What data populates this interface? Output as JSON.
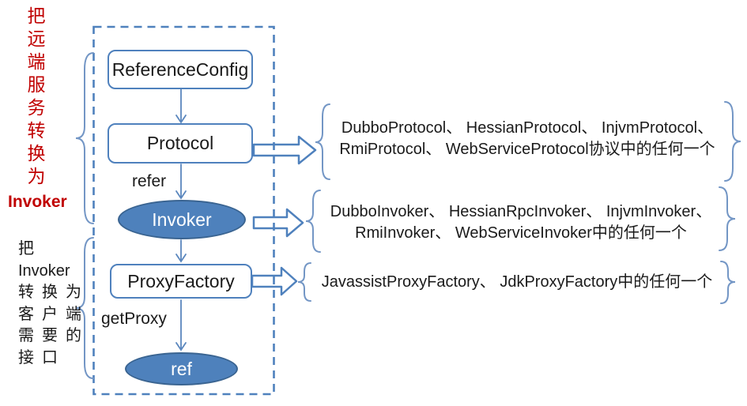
{
  "diagram": {
    "left_annotations": {
      "remote_to_invoker": {
        "chars": [
          "把",
          "远",
          "端",
          "服",
          "务",
          "转",
          "换",
          "为"
        ],
        "highlight": "Invoker",
        "color": "#C00000"
      },
      "invoker_to_interface": {
        "lines": [
          "把",
          "Invoker",
          "转换为",
          "客户端",
          "需要的",
          "接口"
        ]
      }
    },
    "flow": {
      "reference_config": "ReferenceConfig",
      "protocol": "Protocol",
      "invoker": "Invoker",
      "proxy_factory": "ProxyFactory",
      "ref": "ref",
      "edge_labels": {
        "refer": "refer",
        "get_proxy": "getProxy"
      }
    },
    "callouts": {
      "protocol_impls": {
        "line1": "DubboProtocol、 HessianProtocol、 InjvmProtocol、",
        "line2": "RmiProtocol、 WebServiceProtocol协议中的任何一个"
      },
      "invoker_impls": {
        "line1": "DubboInvoker、 HessianRpcInvoker、 InjvmInvoker、",
        "line2": "RmiInvoker、 WebServiceInvoker中的任何一个"
      },
      "proxy_factory_impls": {
        "line1": "JavassistProxyFactory、 JdkProxyFactory中的任何一个"
      }
    },
    "colors": {
      "accent_blue": "#4F81BD",
      "node_fill_blue": "#4E81BC",
      "node_border_dark": "#3A6491",
      "red_text": "#C00000",
      "text": "#1A1A1A"
    }
  }
}
